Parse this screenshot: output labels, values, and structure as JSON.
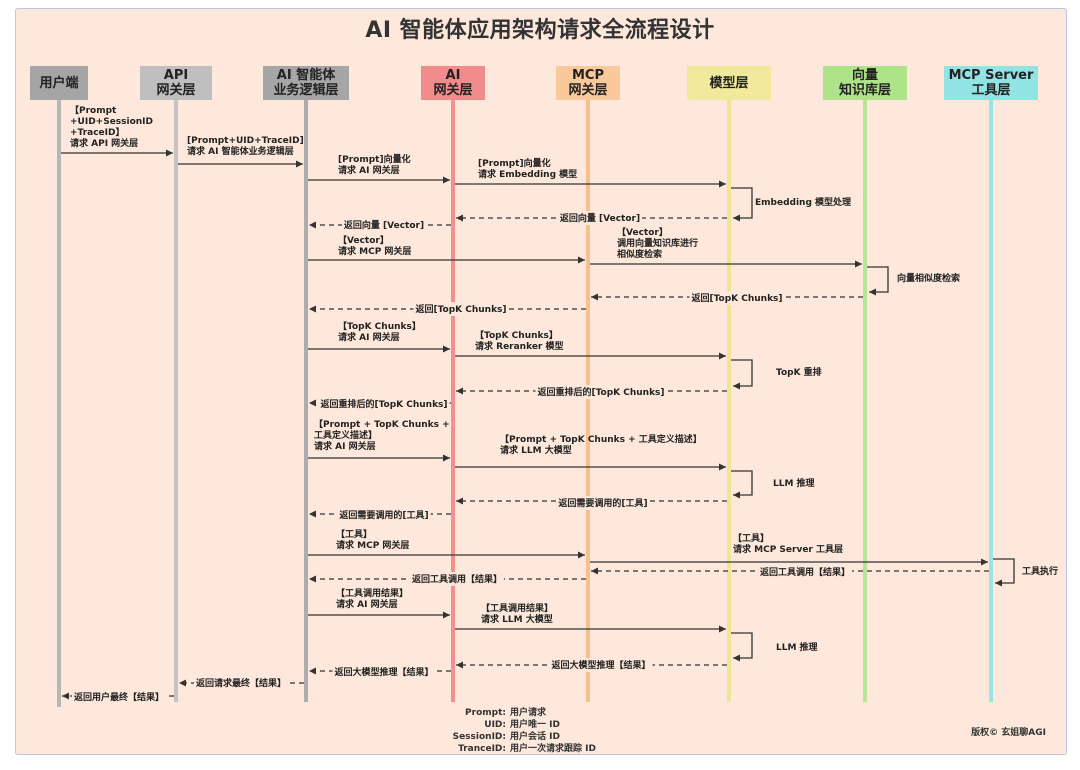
{
  "title": "AI 智能体应用架构请求全流程设计",
  "actors": [
    {
      "id": "user",
      "label": "用户端",
      "color": "#a5a5a5"
    },
    {
      "id": "apigw",
      "label": "API\n网关层",
      "color": "#bfbfbf"
    },
    {
      "id": "agent",
      "label": "AI 智能体\n业务逻辑层",
      "color": "#a6a6a6"
    },
    {
      "id": "aigw",
      "label": "AI\n网关层",
      "color": "#f28b8b"
    },
    {
      "id": "mcpgw",
      "label": "MCP\n网关层",
      "color": "#f9c89b"
    },
    {
      "id": "model",
      "label": "模型层",
      "color": "#f1ea9c"
    },
    {
      "id": "vdb",
      "label": "向量\n知识库层",
      "color": "#ade48a"
    },
    {
      "id": "mcpsrv",
      "label": "MCP Server\n工具层",
      "color": "#92e3e3"
    }
  ],
  "messages": [
    {
      "from": "user",
      "to": "apigw",
      "text": "【Prompt\n+UID+SessionID\n+TraceID】\n请求 API 网关层",
      "dashed": false
    },
    {
      "from": "apigw",
      "to": "agent",
      "text": "[Prompt+UID+TraceID]\n请求 AI 智能体业务逻辑层",
      "dashed": false
    },
    {
      "from": "agent",
      "to": "aigw",
      "text": "[Prompt]向量化\n请求 AI 网关层",
      "dashed": false
    },
    {
      "from": "aigw",
      "to": "model",
      "text": "[Prompt]向量化\n请求 Embedding 模型",
      "dashed": false
    },
    {
      "self": "model",
      "text": "Embedding 模型处理"
    },
    {
      "from": "model",
      "to": "aigw",
      "text": "返回向量 [Vector]",
      "dashed": true
    },
    {
      "from": "aigw",
      "to": "agent",
      "text": "返回向量 [Vector]",
      "dashed": true
    },
    {
      "from": "agent",
      "to": "mcpgw",
      "text": "【Vector】\n请求 MCP 网关层",
      "dashed": false
    },
    {
      "from": "mcpgw",
      "to": "vdb",
      "text": "【Vector】\n调用向量知识库进行\n相似度检索",
      "dashed": false
    },
    {
      "self": "vdb",
      "text": "向量相似度检索"
    },
    {
      "from": "vdb",
      "to": "mcpgw",
      "text": "返回[TopK Chunks]",
      "dashed": true
    },
    {
      "from": "mcpgw",
      "to": "agent",
      "text": "返回[TopK Chunks]",
      "dashed": true
    },
    {
      "from": "agent",
      "to": "aigw",
      "text": "【TopK Chunks】\n请求 AI 网关层",
      "dashed": false
    },
    {
      "from": "aigw",
      "to": "model",
      "text": "【TopK Chunks】\n请求 Reranker 模型",
      "dashed": false
    },
    {
      "self": "model",
      "text": "TopK 重排"
    },
    {
      "from": "model",
      "to": "aigw",
      "text": "返回重排后的[TopK Chunks]",
      "dashed": true
    },
    {
      "from": "aigw",
      "to": "agent",
      "text": "返回重排后的[TopK Chunks]",
      "dashed": true
    },
    {
      "from": "agent",
      "to": "aigw",
      "text": "【Prompt + TopK Chunks +\n工具定义描述】\n请求 AI 网关层",
      "dashed": false
    },
    {
      "from": "aigw",
      "to": "model",
      "text": "【Prompt + TopK Chunks + 工具定义描述】\n请求 LLM 大模型",
      "dashed": false
    },
    {
      "self": "model",
      "text": "LLM 推理"
    },
    {
      "from": "model",
      "to": "aigw",
      "text": "返回需要调用的[工具]",
      "dashed": true
    },
    {
      "from": "aigw",
      "to": "agent",
      "text": "返回需要调用的[工具]",
      "dashed": true
    },
    {
      "from": "agent",
      "to": "mcpgw",
      "text": "【工具】\n请求 MCP 网关层",
      "dashed": false
    },
    {
      "from": "mcpgw",
      "to": "mcpsrv",
      "text": "【工具】\n请求 MCP Server 工具层",
      "dashed": false
    },
    {
      "self": "mcpsrv",
      "text": "工具执行"
    },
    {
      "from": "mcpsrv",
      "to": "mcpgw",
      "text": "返回工具调用【结果】",
      "dashed": true
    },
    {
      "from": "mcpgw",
      "to": "agent",
      "text": "返回工具调用【结果】",
      "dashed": true
    },
    {
      "from": "agent",
      "to": "aigw",
      "text": "【工具调用结果】\n请求 AI  网关层",
      "dashed": false
    },
    {
      "from": "aigw",
      "to": "model",
      "text": "【工具调用结果】\n请求 LLM 大模型",
      "dashed": false
    },
    {
      "self": "model",
      "text": "LLM 推理"
    },
    {
      "from": "model",
      "to": "aigw",
      "text": "返回大模型推理【结果】",
      "dashed": true
    },
    {
      "from": "aigw",
      "to": "agent",
      "text": "返回大模型推理【结果】",
      "dashed": true
    },
    {
      "from": "agent",
      "to": "apigw",
      "text": "返回请求最终【结果】",
      "dashed": true
    },
    {
      "from": "apigw",
      "to": "user",
      "text": "返回用户最终【结果】",
      "dashed": true
    }
  ],
  "legend": [
    {
      "key": "Prompt:",
      "value": "用户请求"
    },
    {
      "key": "UID:",
      "value": "用户唯一 ID"
    },
    {
      "key": "SessionID:",
      "value": "用户会话 ID"
    },
    {
      "key": "TranceID:",
      "value": "用户一次请求跟踪 ID"
    }
  ],
  "copyright": "版权© 玄姐聊AGI"
}
